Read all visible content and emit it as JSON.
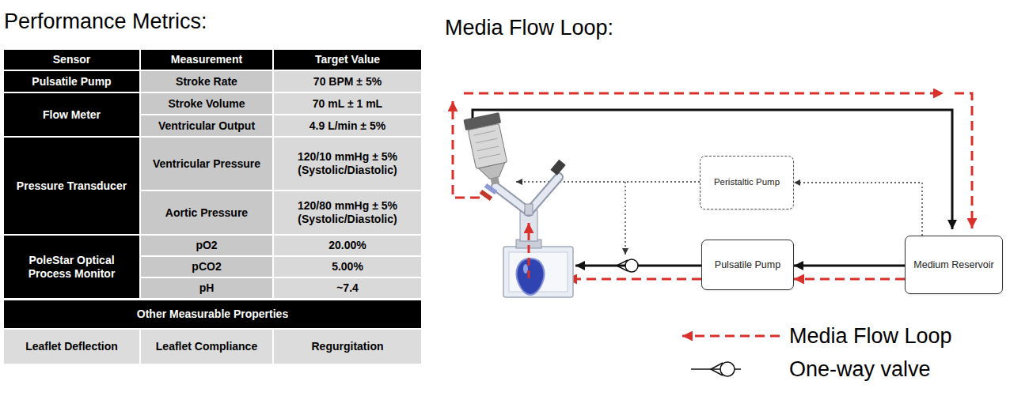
{
  "diagram": {
    "nodes": [
      {
        "text": [
          "Peristaltic Pump"
        ]
      },
      {
        "text": [
          "Pulsatile Pump"
        ]
      },
      {
        "text": [
          "Medium Reservoir"
        ]
      }
    ],
    "edges": [
      {
        "from": 2,
        "to": 1,
        "arrow": "to"
      },
      {
        "from": 2,
        "to": 1,
        "arrow": "to"
      },
      {
        "from": 2,
        "to": 0,
        "arrow": "to"
      }
    ],
    "labels": [
      "Performance Metrics:",
      "Media Flow Loop:",
      "Sensor",
      "Measurement",
      "Target Value",
      "Pulsatile Pump",
      "Stroke Rate",
      "70 BPM ± 5%",
      "Flow Meter",
      "Stroke Volume",
      "70 mL ± 1 mL",
      "Ventricular Output",
      "4.9 L/min ± 5%",
      "Pressure Transducer",
      "Ventricular Pressure",
      "120/10 mmHg ± 5% (Systolic/Diastolic)",
      "Aortic Pressure",
      "120/80 mmHg ± 5% (Systolic/Diastolic)",
      "PoleStar Optical Process Monitor",
      "pO2",
      "20.00%",
      "pCO2",
      "5.00%",
      "pH",
      "~7.4",
      "Other Measurable Properties",
      "Leaflet Deflection",
      "Leaflet Compliance",
      "Regurgitation"
    ],
    "legend": [
      {
        "text": "Media Flow Loop"
      },
      {
        "text": "One-way valve"
      }
    ]
  }
}
